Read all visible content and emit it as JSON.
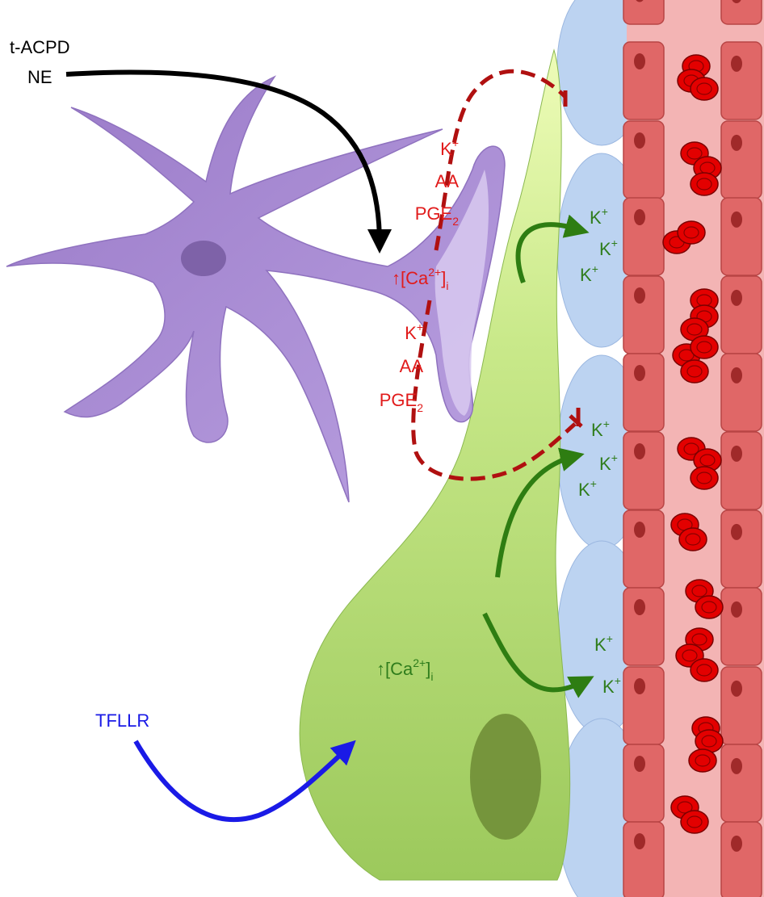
{
  "stimuli": {
    "astrocyte_primary": "t-ACPD",
    "astrocyte_secondary": "NE",
    "green_cell": "TFLLR"
  },
  "astrocyte_signal": {
    "ca_base": "↑[Ca",
    "ca_sup": "2+",
    "ca_close": "]",
    "ca_sub": "i"
  },
  "green_cell_signal": {
    "ca_base": "↑[Ca",
    "ca_sup": "2+",
    "ca_close": "]",
    "ca_sub": "i"
  },
  "mediators_upper": [
    {
      "base": "K",
      "sup": "+",
      "sub": ""
    },
    {
      "base": "AA",
      "sup": "",
      "sub": ""
    },
    {
      "base": "PGE",
      "sup": "",
      "sub": "2"
    }
  ],
  "mediators_lower": [
    {
      "base": "K",
      "sup": "+",
      "sub": ""
    },
    {
      "base": "AA",
      "sup": "",
      "sub": ""
    },
    {
      "base": "PGE",
      "sup": "",
      "sub": "2"
    }
  ],
  "potassium_group_1": [
    "K",
    "K",
    "K"
  ],
  "potassium_group_2": [
    "K",
    "K",
    "K"
  ],
  "potassium_group_3": [
    "K",
    "K"
  ],
  "potassium_sup": "+",
  "colors": {
    "astrocyte": "#a98bd1",
    "astrocyte_light": "#d2c2ec",
    "green_cell": "#a9d46a",
    "green_tip": "#e6f8a8",
    "endfoot": "#bcd3f1",
    "vessel_wall": "#e27a7a",
    "vessel_lumen": "#f2b1b1",
    "rbc": "#e30000",
    "inhibit_red": "#b01010",
    "label_red": "#e11b1b",
    "label_green": "#2f7d1c",
    "label_blue": "#1a1ae6"
  }
}
